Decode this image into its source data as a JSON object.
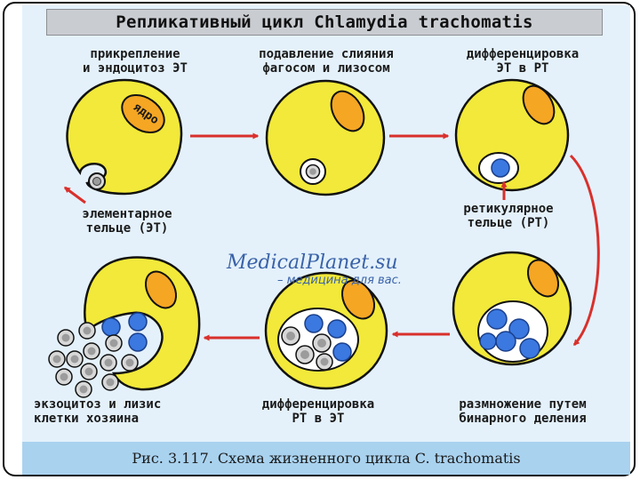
{
  "title": "Репликативный цикл Chlamydia trachomatis",
  "stages": {
    "s1": [
      "прикрепление",
      "и эндоцитоз ЭТ"
    ],
    "s2": [
      "подавление слияния",
      "фагосом и лизосом"
    ],
    "s3": [
      "дифференцировка",
      "ЭТ в РТ"
    ],
    "s4": [
      "размножение путем",
      "бинарного деления"
    ],
    "s5": [
      "дифференцировка",
      "РТ в ЭТ"
    ],
    "s6": [
      "экзоцитоз и лизис",
      "клетки хозяина"
    ]
  },
  "annotations": {
    "nucleus": "ядро",
    "et": [
      "элементарное",
      "тельце (ЭТ)"
    ],
    "rt": [
      "ретикулярное",
      "тельце (РТ)"
    ]
  },
  "watermark": {
    "line1": "MedicalPlanet.su",
    "line2": "– медицина для вас."
  },
  "caption": "Рис. 3.117. Схема жизненного цикла C. trachomatis",
  "colors": {
    "cell": "#f2e93a",
    "nucleus": "#f5a623",
    "arrow": "#d9302c",
    "rt_body": "#3b78e0",
    "et_body": "#9c9c9c",
    "caption_bar": "#a9d2ef"
  }
}
